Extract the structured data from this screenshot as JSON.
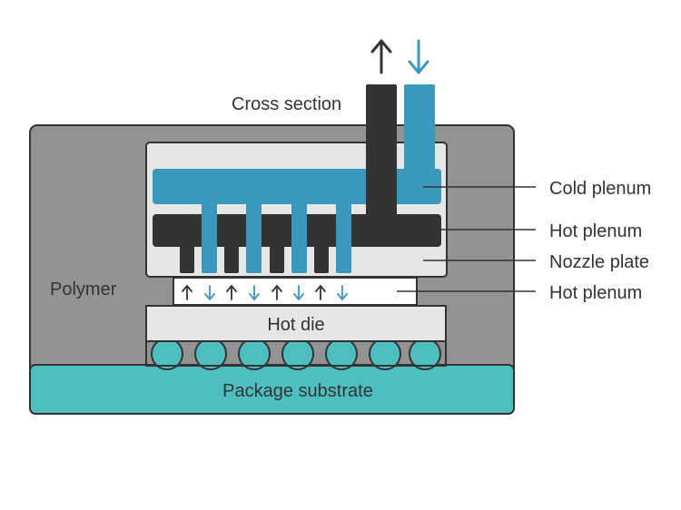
{
  "title": "Cross section",
  "labels": {
    "polymer": "Polymer",
    "hot_die": "Hot die",
    "package_substrate": "Package substrate",
    "cold_plenum": "Cold plenum",
    "hot_plenum_upper": "Hot plenum",
    "nozzle_plate": "Nozzle plate",
    "hot_plenum_lower": "Hot plenum"
  },
  "colors": {
    "outline": "#333333",
    "polymer": "#939393",
    "enclosure": "#e6e6e6",
    "cold": "#3a97be",
    "hot": "#333333",
    "substrate": "#4dbfbf",
    "white": "#ffffff"
  }
}
